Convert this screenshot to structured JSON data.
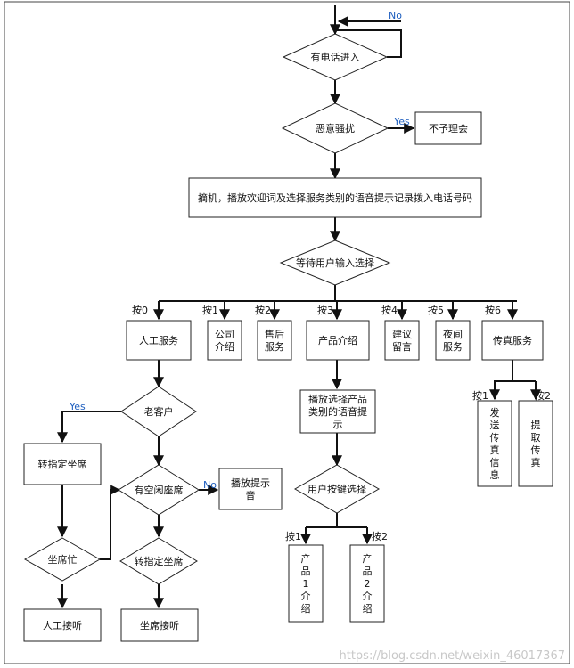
{
  "nodes": {
    "incoming_call": "有电话进入",
    "harassment": "恶意骚扰",
    "ignore": "不予理会",
    "answer": "摘机，播放欢迎词及选择服务类别的语音提示记录拨入电话号码",
    "wait_input": "等待用户输入选择",
    "human_service": "人工服务",
    "company_intro": "公司\n介绍",
    "after_sales": "售后\n服务",
    "product_intro": "产品介绍",
    "suggestion": "建议\n留言",
    "night_service": "夜间\n服务",
    "fax_service": "传真服务",
    "old_customer": "老客户",
    "assign_seat_left": "转指定坐席",
    "idle_seat": "有空闲座席",
    "play_tone": "播放提示\n音",
    "assign_seat_mid": "转指定坐席",
    "seat_busy": "坐席忙",
    "human_answer": "人工接听",
    "seat_answer": "坐席接听",
    "play_product": "播放选择产品\n类别的语音提\n示",
    "user_key": "用户按键选择",
    "product1": "产\n品\n1\n介\n绍",
    "product2": "产\n品\n2\n介\n绍",
    "send_fax": "发\n送\n传\n真\n信\n息",
    "get_fax": "提\n取\n传\n真"
  },
  "edge_labels": {
    "no_top": "No",
    "yes_harass": "Yes",
    "key0": "按0",
    "key1": "按1",
    "key2": "按2",
    "key3": "按3",
    "key4": "按4",
    "key5": "按5",
    "key6": "按6",
    "yes_old": "Yes",
    "no_idle": "No",
    "p_key1": "按1",
    "p_key2": "按2",
    "f_key1": "按1",
    "f_key2": "按2"
  },
  "watermark": "https://blog.csdn.net/weixin_46017367",
  "colors": {
    "yes_no_label": "#1f5fbf",
    "watermark": "#c8c8c8"
  }
}
